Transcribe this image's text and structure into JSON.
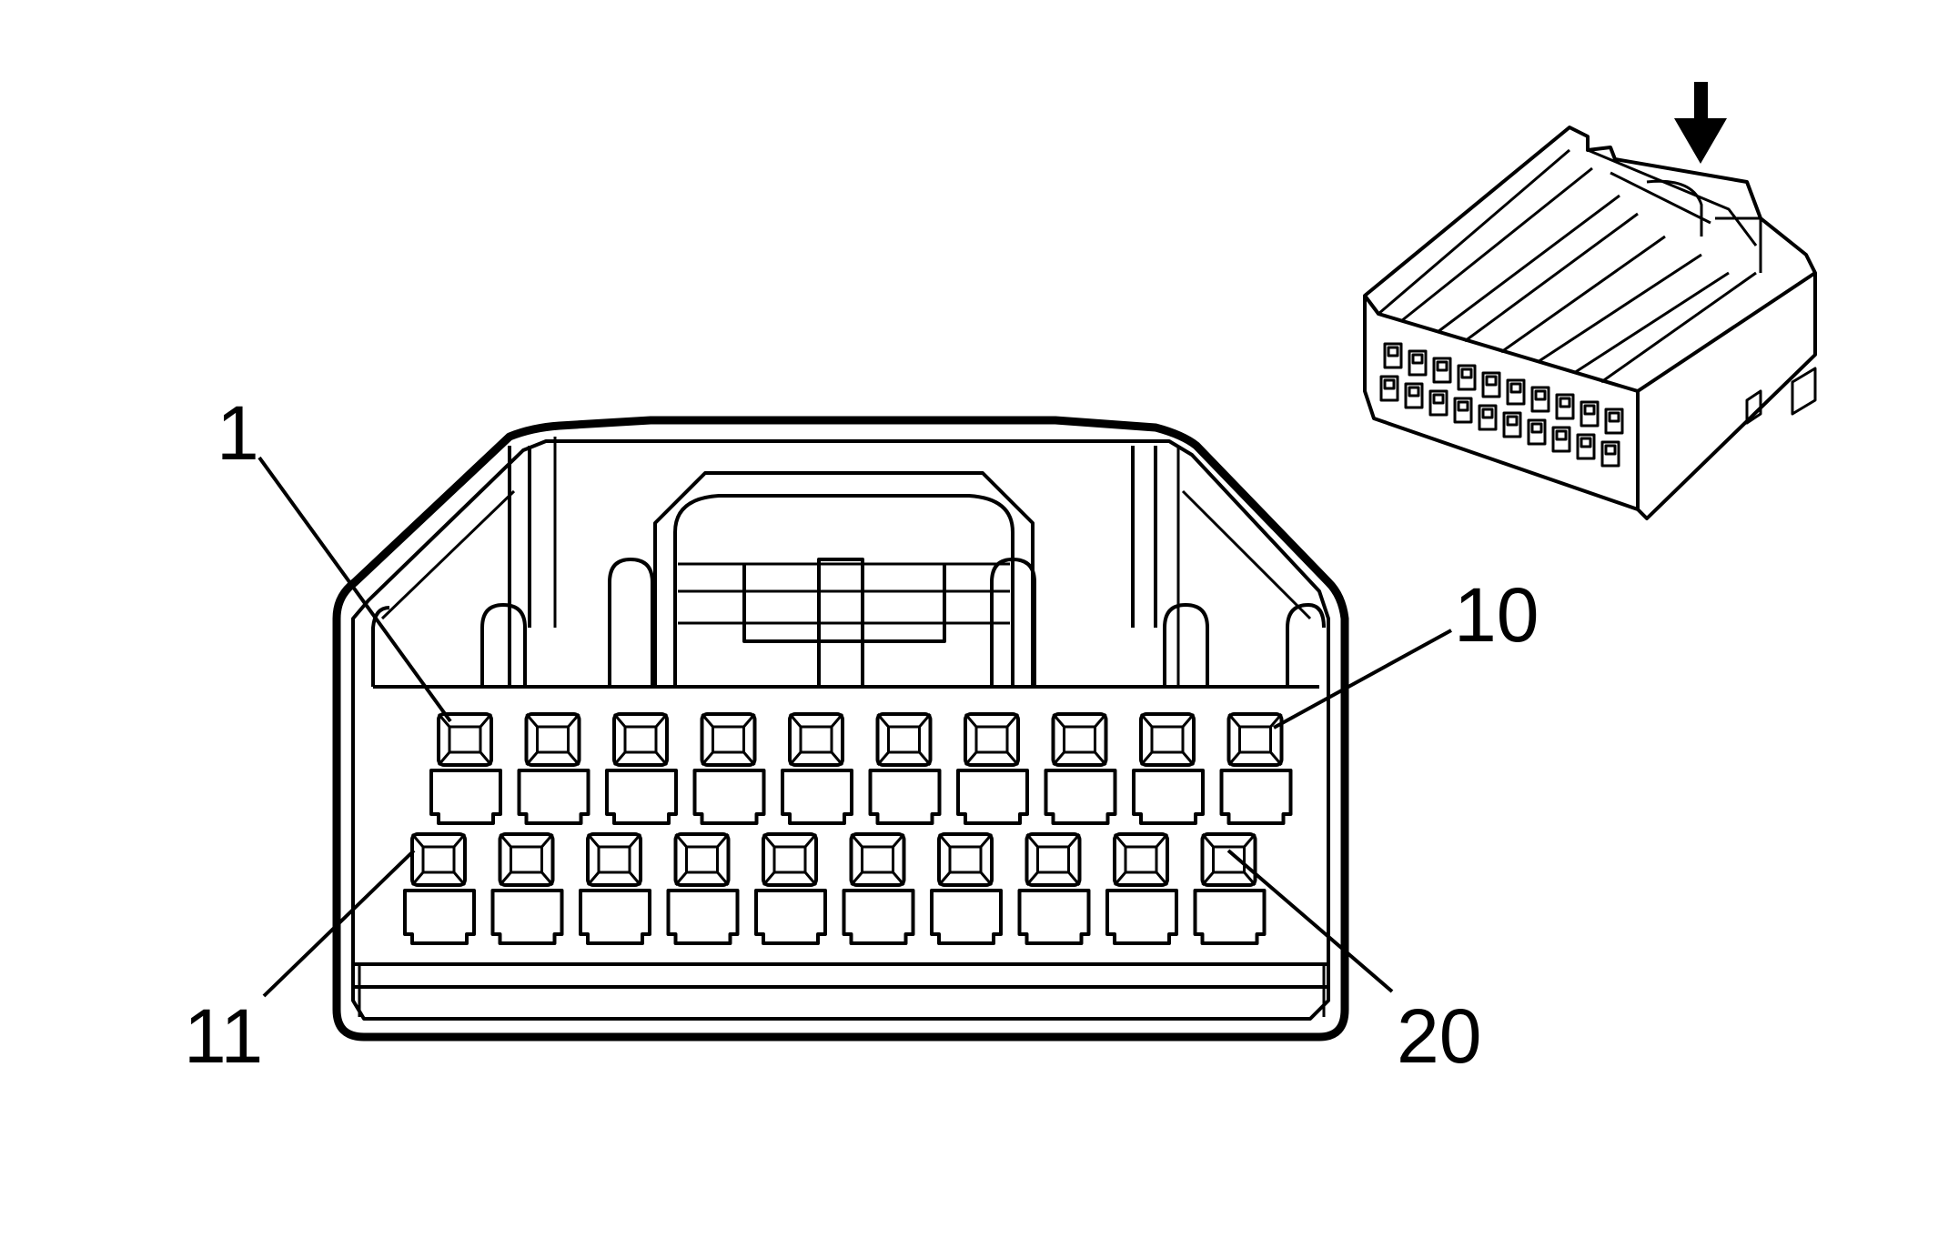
{
  "connector": {
    "pins_per_row": 10,
    "row_count": 2,
    "labels": {
      "pin_1": "1",
      "pin_10": "10",
      "pin_11": "11",
      "pin_20": "20"
    }
  },
  "inset": {
    "arrow_icon": "down-arrow-icon"
  }
}
